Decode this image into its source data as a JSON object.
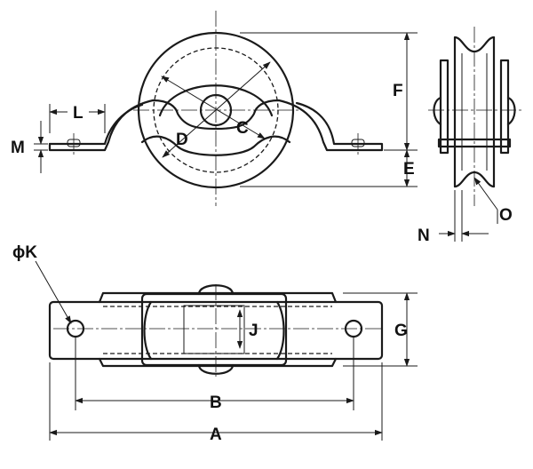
{
  "labels": {
    "L": "L",
    "M": "M",
    "D": "D",
    "C": "C",
    "F": "F",
    "E": "E",
    "O": "O",
    "N": "N",
    "phiK": "ϕK",
    "J": "J",
    "G": "G",
    "B": "B",
    "A": "A"
  },
  "colors": {
    "line": "#1a1a1a",
    "background": "#ffffff"
  }
}
